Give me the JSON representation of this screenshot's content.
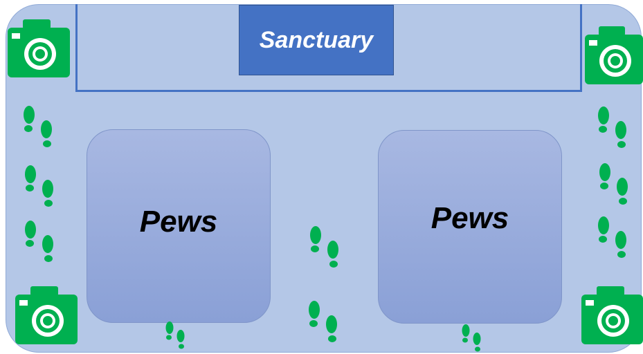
{
  "diagram": {
    "sanctuary_label": "Sanctuary",
    "pews_left_label": "Pews",
    "pews_right_label": "Pews"
  },
  "icons": {
    "camera": "camera-icon",
    "footprints": "footprints-icon"
  },
  "colors": {
    "floor": "#b4c7e7",
    "sanctuary_fill": "#4472c4",
    "pews_fill": "#8fa3d9",
    "icon_green": "#00b050"
  }
}
